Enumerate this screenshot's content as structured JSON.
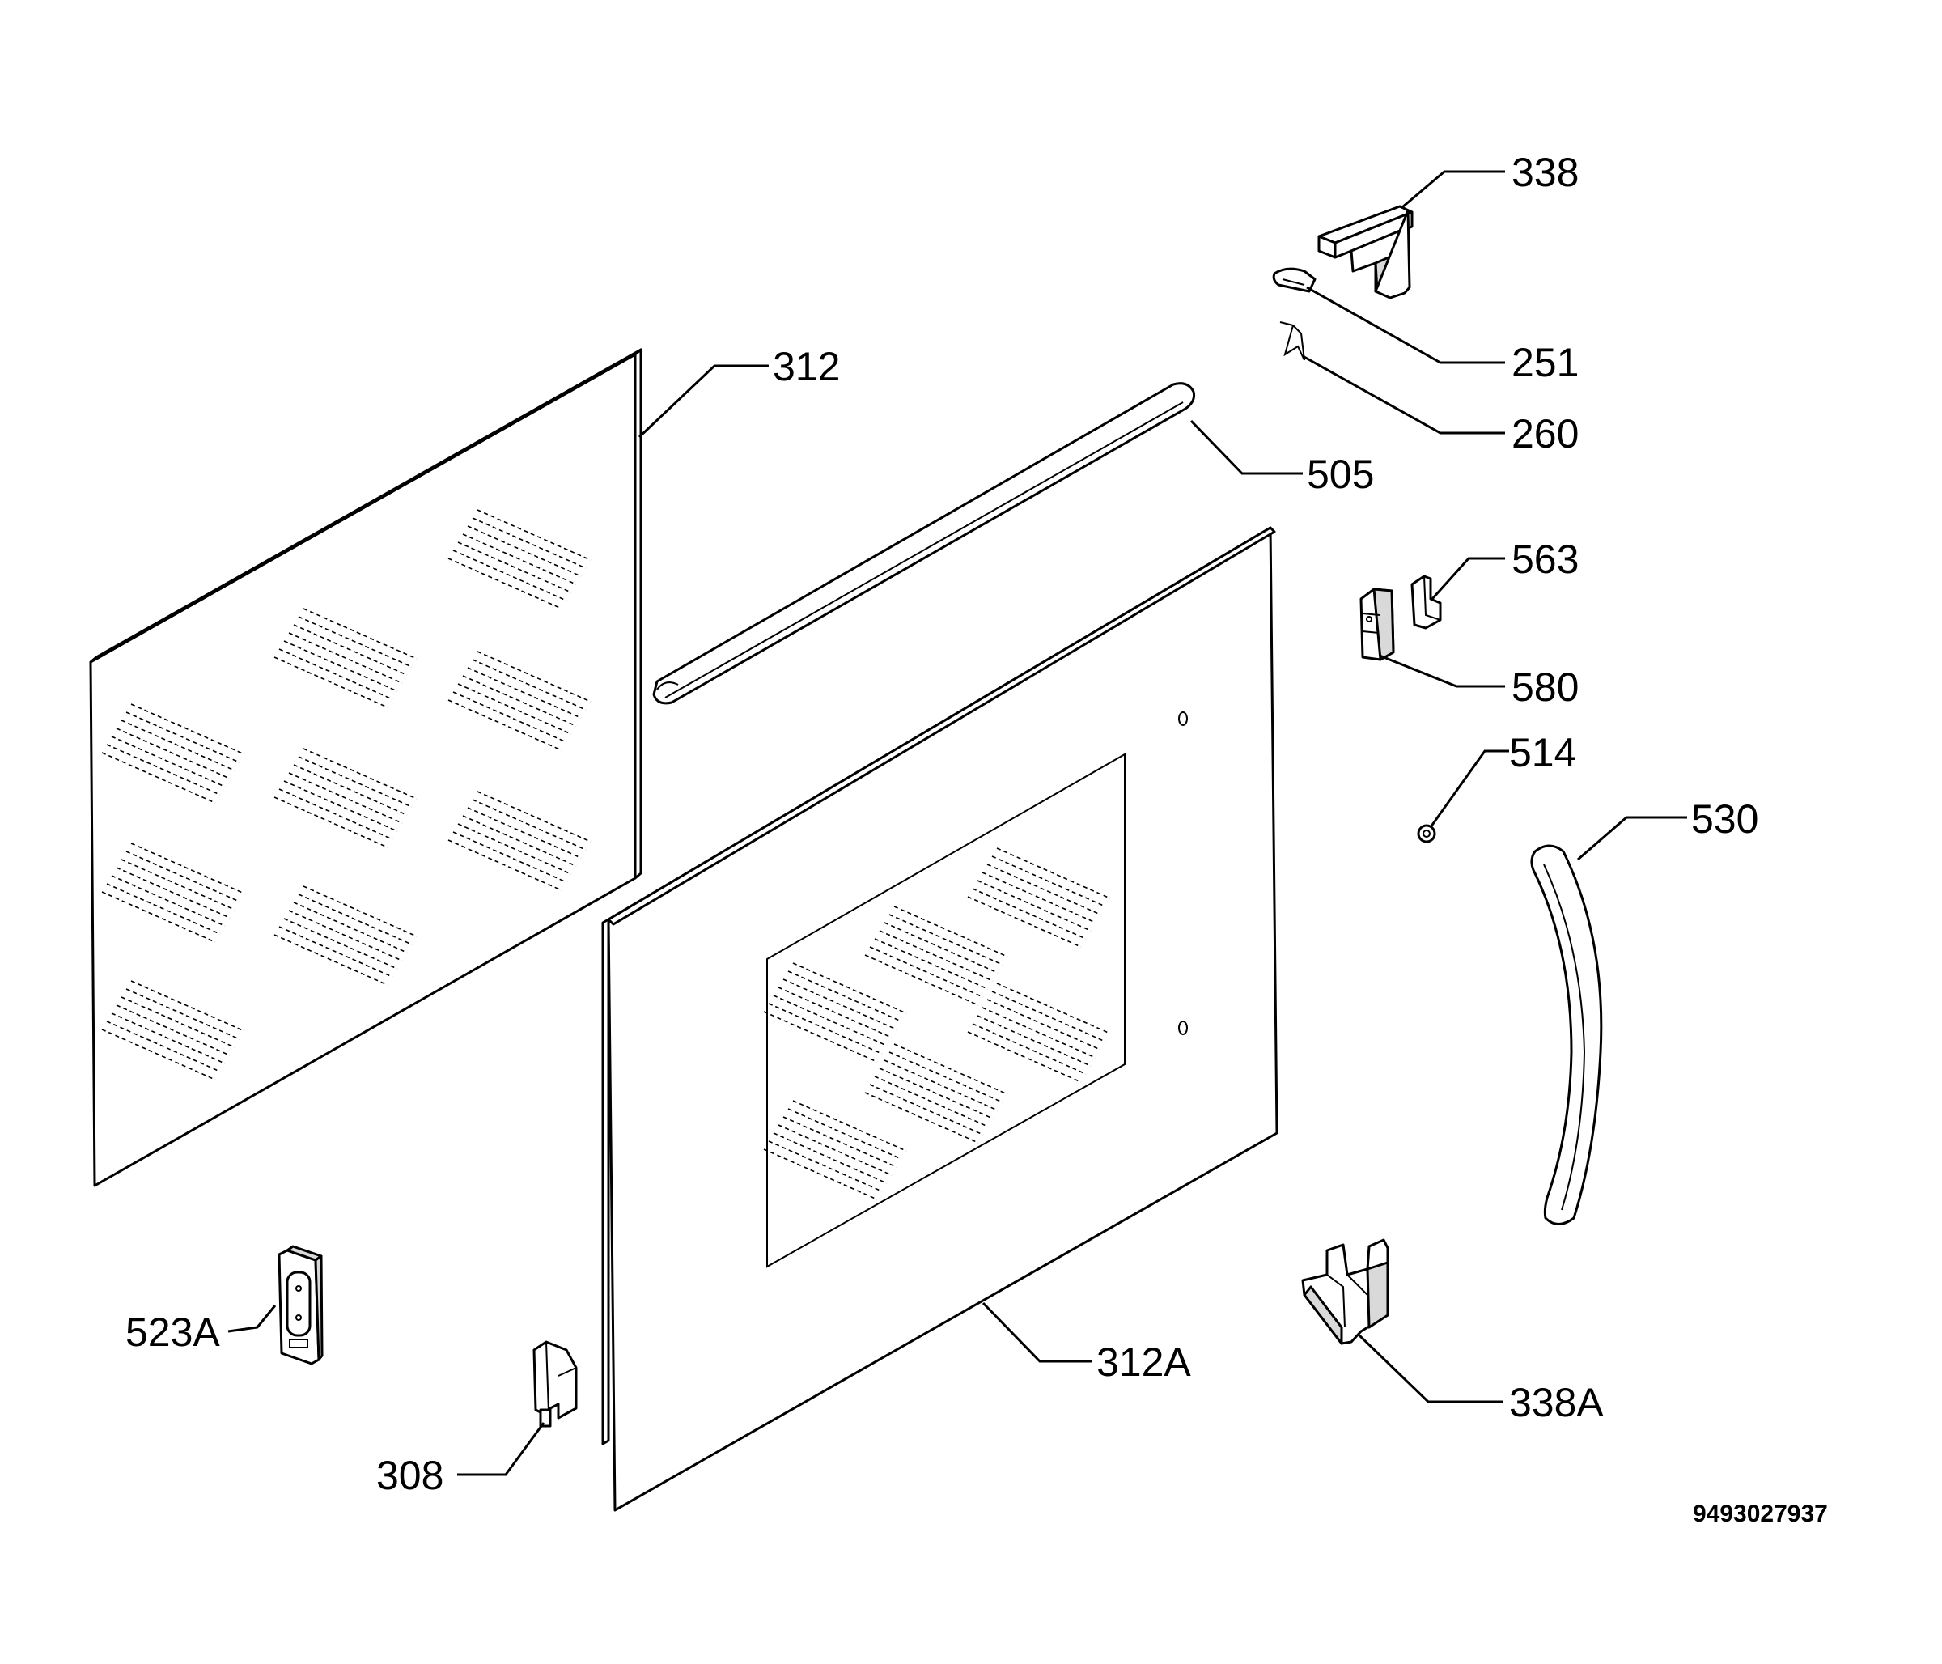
{
  "labels": {
    "p338": "338",
    "p251": "251",
    "p260": "260",
    "p312": "312",
    "p505": "505",
    "p563": "563",
    "p580": "580",
    "p514": "514",
    "p530": "530",
    "p523A": "523A",
    "p312A": "312A",
    "p308": "308",
    "p338A": "338A"
  },
  "drawing_code": "9493027937"
}
